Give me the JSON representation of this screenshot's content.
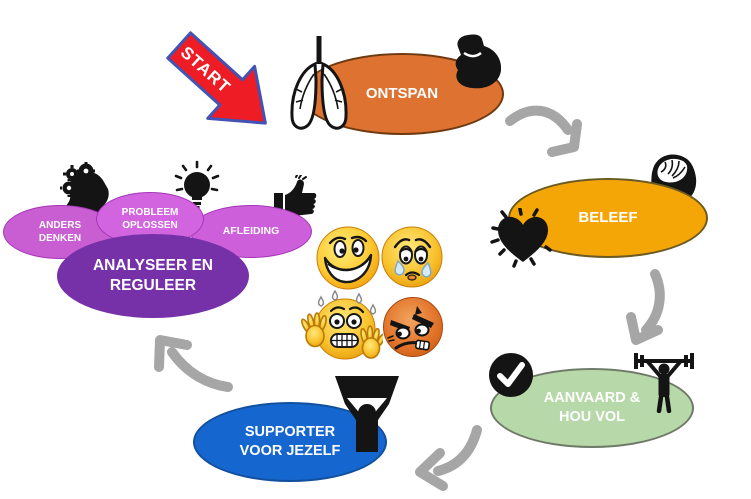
{
  "diagram": {
    "start_label": "START",
    "nodes": {
      "ontspan": {
        "label": "ONTSPAN",
        "color": "#DD7231"
      },
      "beleef": {
        "label": "BELEEF",
        "color": "#F5A607"
      },
      "aanvaard": {
        "label": "AANVAARD &\nHOU VOL",
        "color": "#B7D8A8"
      },
      "supporter": {
        "label": "SUPPORTER\nVOOR JEZELF",
        "color": "#1666D0"
      },
      "analyseer": {
        "label": "ANALYSEER EN\nREGULEER",
        "color": "#7630A8"
      },
      "anders_denken": {
        "label": "ANDERS\nDENKEN",
        "color": "#C95ED2"
      },
      "probleem_oplossen": {
        "label": "PROBLEEM\nOPLOSSEN",
        "color": "#D264E0"
      },
      "afleiding": {
        "label": "AFLEIDING",
        "color": "#CE5FDA"
      }
    },
    "icons": {
      "ontspan": [
        "lungs-icon",
        "strong-arm-icon"
      ],
      "beleef": [
        "beating-heart-icon",
        "head-brain-icon"
      ],
      "aanvaard": [
        "checkmark-icon",
        "weightlifter-icon"
      ],
      "supporter": [
        "cheering-supporter-icon"
      ],
      "anders_denken": [
        "head-gears-icon"
      ],
      "probleem_oplossen": [
        "lightbulb-icon"
      ],
      "afleiding": [
        "thumbs-up-icon"
      ]
    },
    "emotions": [
      "happy-face",
      "sad-crying-face",
      "anxious-sweating-face",
      "angry-face"
    ],
    "start_arrow": {
      "fill": "#EE1C25",
      "outline": "#4353B3"
    },
    "flow_arrow_color": "#A6A6A6"
  }
}
